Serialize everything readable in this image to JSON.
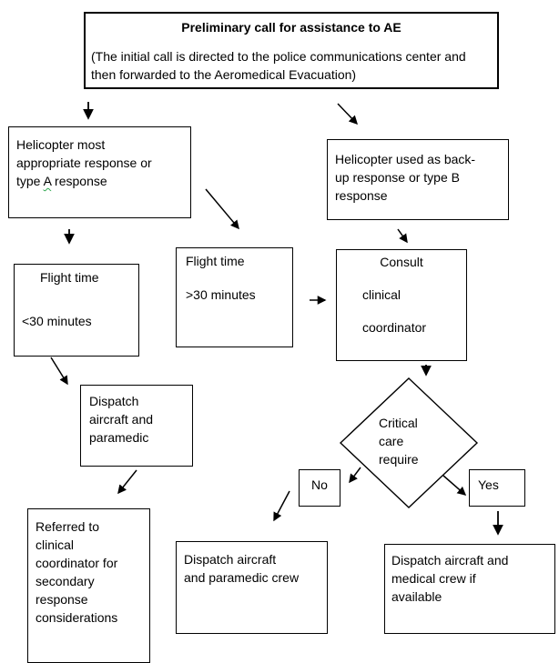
{
  "colors": {
    "border": "#000000",
    "text": "#000000",
    "background": "#ffffff",
    "spellcheck_underline": "#2fa84f"
  },
  "top_box": {
    "title": "Preliminary call for assistance to AE",
    "body": "(The initial call is directed to the police communications center and\nthen forwarded to the Aeromedical Evacuation)"
  },
  "branch_left": {
    "helicopter_a": {
      "before": "Helicopter most\nappropriate response or\ntype ",
      "spellcheck_word": "A",
      "after": " response"
    },
    "flight_lt30": {
      "title": "Flight time",
      "value": "<30 minutes"
    },
    "dispatch_paramedic": "Dispatch\naircraft and\nparamedic",
    "referred": "Referred to\nclinical\ncoordinator for\nsecondary\nresponse\nconsiderations"
  },
  "branch_right": {
    "helicopter_b": "Helicopter used as back-\nup response or type B\nresponse",
    "flight_gt30": {
      "title": "Flight time",
      "value": ">30 minutes"
    },
    "consult": {
      "line1": "Consult",
      "line2": "clinical",
      "line3": "coordinator"
    },
    "decision": {
      "text": "Critical\ncare\nrequire",
      "no_label": "No",
      "yes_label": "Yes"
    },
    "dispatch_crew": "Dispatch aircraft\nand paramedic crew",
    "dispatch_medical": "Dispatch aircraft and\nmedical crew if\navailable"
  }
}
